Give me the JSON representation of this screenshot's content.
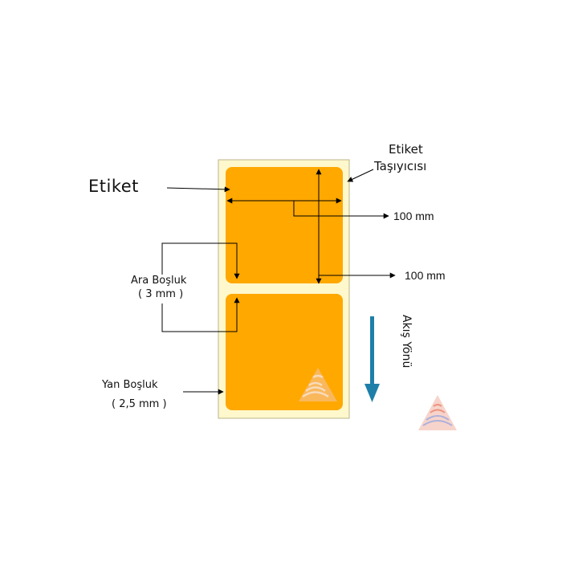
{
  "labels": {
    "label": "Etiket",
    "carrier_line1": "Etiket",
    "carrier_line2": "Taşıyıcısı",
    "width": "100 mm",
    "height": "100 mm",
    "gap_line1": "Ara Boşluk",
    "gap_line2": "( 3 mm )",
    "side_line1": "Yan Boşluk",
    "side_line2": "( 2,5 mm )",
    "direction": "Akış Yönü"
  },
  "colors": {
    "carrier": "#FFF8CC",
    "label": "#FFA800",
    "flow_arrow": "#1E7FA8",
    "lines": "#000000",
    "logo_red": "#E8836B",
    "logo_blue": "#9AA8E0"
  },
  "icons": [
    "flow-direction-arrow-icon",
    "logo-icon"
  ]
}
